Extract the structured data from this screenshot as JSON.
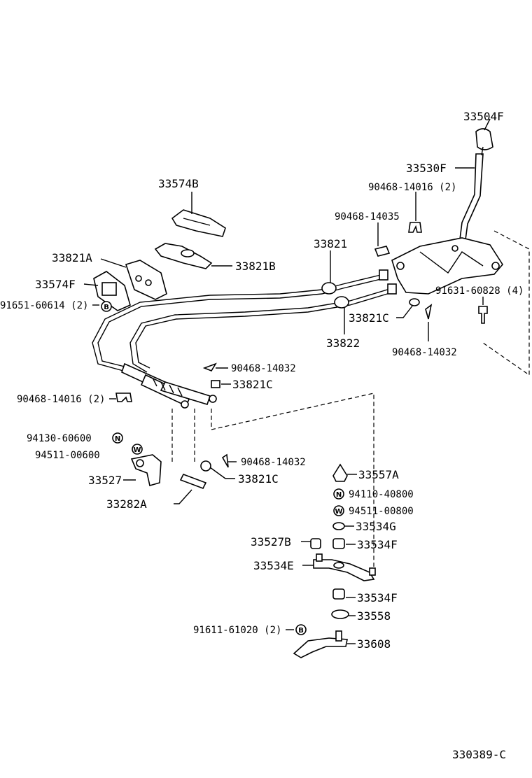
{
  "labels": {
    "p33504F": "33504F",
    "p33530F": "33530F",
    "p90468_14016_2_top": "90468-14016 (2)",
    "p90468_14035": "90468-14035",
    "p33574B": "33574B",
    "p33821": "33821",
    "p33821A": "33821A",
    "p33821B": "33821B",
    "p33574F": "33574F",
    "p91651_60614_2": "91651-60614 (2)",
    "p91631_60828_4": "91631-60828 (4)",
    "p33821C_top": "33821C",
    "p33822": "33822",
    "p90468_14032_right": "90468-14032",
    "p90468_14032_mid": "90468-14032",
    "p33821C_mid": "33821C",
    "p90468_14016_2_left": "90468-14016 (2)",
    "p94130_60600": "94130-60600",
    "p94511_00600": "94511-00600",
    "p33527": "33527",
    "p33282A": "33282A",
    "p90468_14032_low": "90468-14032",
    "p33821C_low": "33821C",
    "p33557A": "33557A",
    "p94110_40800": "94110-40800",
    "p94511_00800": "94511-00800",
    "p33534G": "33534G",
    "p33527B": "33527B",
    "p33534F_a": "33534F",
    "p33534E": "33534E",
    "p33534F_b": "33534F",
    "p33558": "33558",
    "p91611_61020_2": "91611-61020 (2)",
    "p33608": "33608",
    "figure_code": "330389-C"
  },
  "symbols": {
    "bolt_B": "B",
    "nut_N": "N",
    "washer_W": "W"
  }
}
